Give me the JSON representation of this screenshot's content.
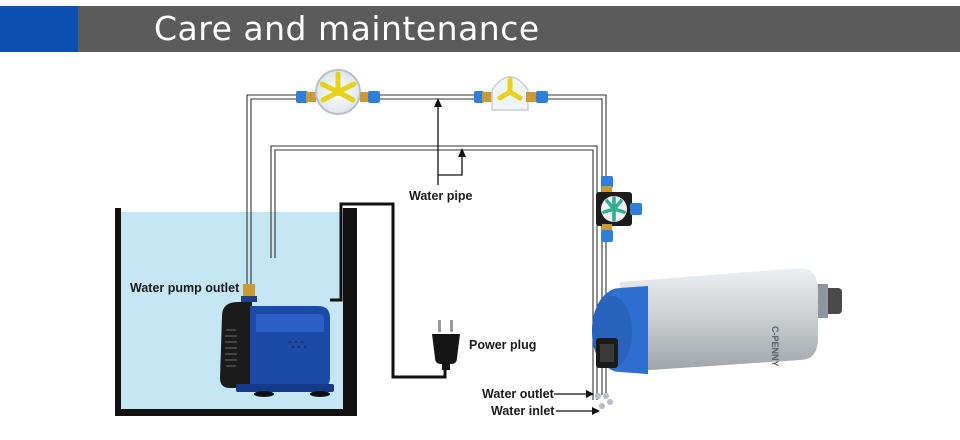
{
  "header": {
    "title": "Care and maintenance",
    "accent_color": "#0a4fb0",
    "bar_color": "#5b5b5b"
  },
  "labels": {
    "water_pipe": "Water pipe",
    "water_pump_outlet": "Water pump outlet",
    "power_plug": "Power plug",
    "water_outlet": "Water outlet",
    "water_inlet": "Water inlet"
  },
  "spindle": {
    "brand": "C-PENNY"
  },
  "colors": {
    "water": "#c4e6f5",
    "tank_wall": "#111111",
    "pump_blue": "#1c4aa8",
    "spindle_cap": "#2c6fce",
    "spindle_body": "#cfd3d6",
    "flow_meter_yellow": "#e6d21e",
    "flow_meter_green": "#2fae8c"
  },
  "icons": [
    "pump-icon",
    "power-plug-icon",
    "flow-meter-icon",
    "spindle-motor-icon"
  ]
}
